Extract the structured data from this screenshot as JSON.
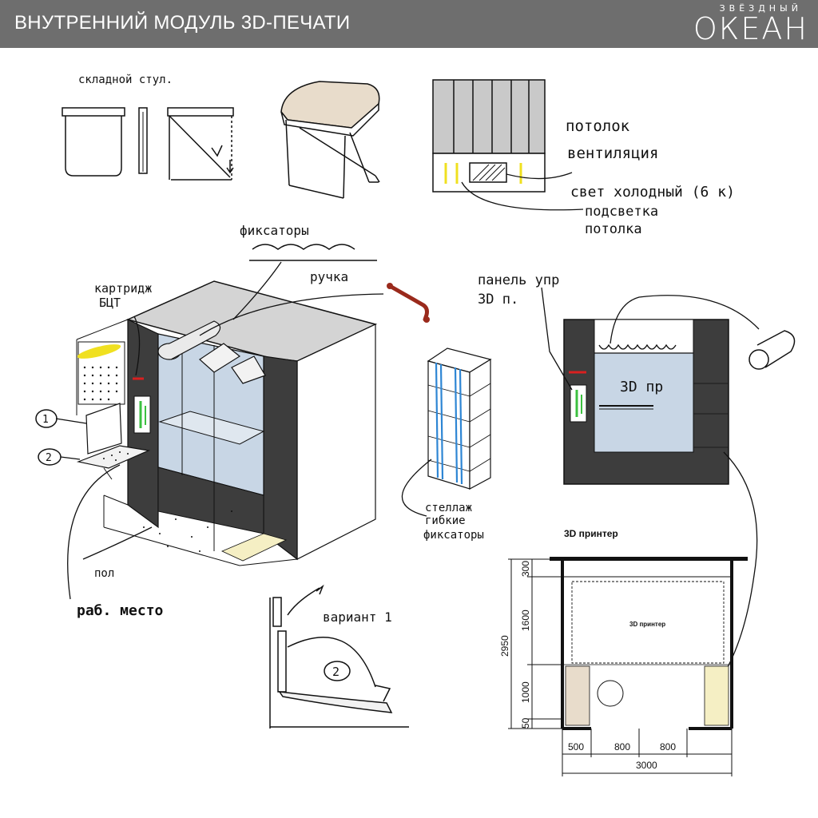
{
  "header": {
    "title": "ВНУТРЕННИЙ МОДУЛЬ 3D-ПЕЧАТИ",
    "brand_top": "ЗВЁЗДНЫЙ",
    "brand_main": "ОКЕАН"
  },
  "labels": {
    "stool": "складной стул.",
    "ceiling_vent_1": "потолок",
    "ceiling_vent_2": "вентиляция",
    "cold_light": "свет холодный (6 к)",
    "ceiling_light_1": "подсветка",
    "ceiling_light_2": "потолка",
    "fixators": "фиксаторы",
    "handle": "ручка",
    "cartridge_1": "картридж",
    "cartridge_2": "БЦТ",
    "panel_1": "панель упр",
    "panel_2": "3D п.",
    "printer_sketch": "3D пр",
    "rack_1": "стеллаж",
    "rack_2": "гибкие",
    "rack_3": "фиксаторы",
    "floor": "пол",
    "workplace": "раб. место",
    "variant": "вариант 1",
    "num_1": "1",
    "num_2": "2",
    "num_2b": "2"
  },
  "plan": {
    "title": "3D принтер",
    "inner_label": "3D принтер",
    "dims_vertical": [
      "300",
      "1600",
      "1000",
      "50"
    ],
    "dim_total_vertical": "2950",
    "dims_horizontal": [
      "500",
      "800",
      "800"
    ],
    "dim_total_horizontal": "3000"
  },
  "colors": {
    "header_bg": "#6e6e6e",
    "dark_wall": "#3d3d3d",
    "glass": "#c8d6e5",
    "beige": "#e8dccb",
    "light_yellow": "#f5efc4",
    "accent_red": "#d92020",
    "accent_green": "#3cc040",
    "accent_blue": "#2e86d4",
    "accent_yellow": "#f0e020"
  }
}
